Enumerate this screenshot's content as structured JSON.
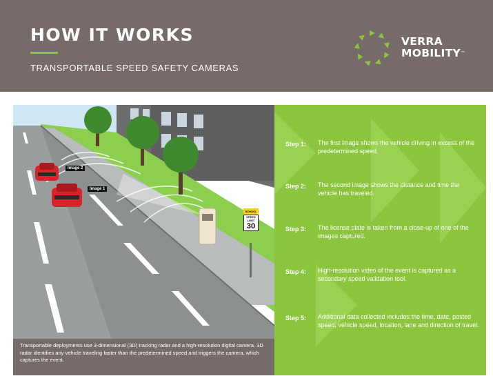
{
  "header": {
    "title": "HOW IT WORKS",
    "subtitle": "TRANSPORTABLE SPEED SAFETY CAMERAS",
    "logo_line1": "VERRA",
    "logo_line2": "MOBILITY",
    "logo_mark": "™"
  },
  "illustration": {
    "label_image2": "Image 2",
    "label_image1": "Image 1",
    "sign_top": "SCHOOL",
    "sign_speed": "SPEED",
    "sign_limit": "LIMIT",
    "sign_value": "30"
  },
  "steps": [
    {
      "num": "Step 1:",
      "text": "The first image shows the vehicle driving in excess of the predetermined speed."
    },
    {
      "num": "Step 2:",
      "text": "The second image shows the distance and time the vehicle has traveled."
    },
    {
      "num": "Step 3:",
      "text": "The license plate is taken from a close-up of one of the images captured."
    },
    {
      "num": "Step 4:",
      "text": "High-resolution video of the event is captured as a secondary speed validation tool."
    },
    {
      "num": "Step 5:",
      "text": "Additional data collected includes the time, date, posted speed, vehicle speed, location, lane and direction of travel."
    }
  ],
  "caption": "Transportable deployments use 3-dimensional (3D) tracking radar and a high-resolution digital camera. 3D radar identifies any vehicle traveling faster than the predetermined speed and triggers the camera, which captures the event.",
  "colors": {
    "header_bg": "#766b68",
    "accent_green": "#8cc63f",
    "road_gray": "#8d9091"
  }
}
